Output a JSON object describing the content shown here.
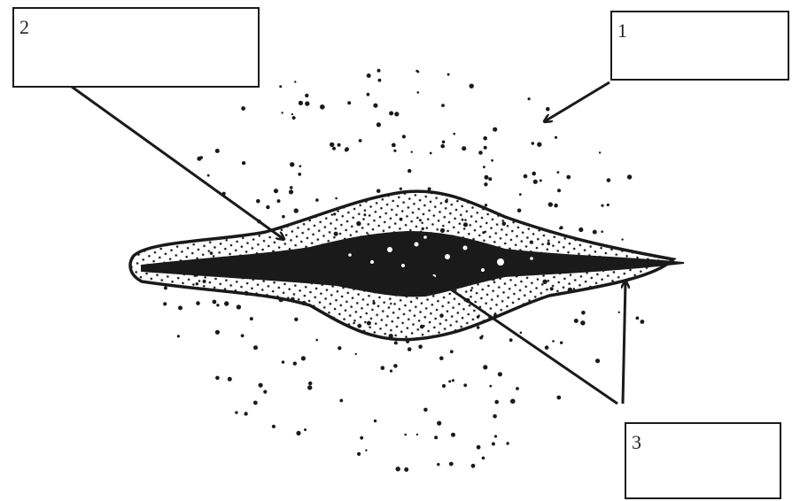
{
  "diagram": {
    "labels": [
      {
        "id": "1",
        "text": "1"
      },
      {
        "id": "2",
        "text": "2"
      },
      {
        "id": "3",
        "text": "3"
      }
    ],
    "colors": {
      "ink": "#1a1a1a",
      "background": "#ffffff"
    }
  }
}
